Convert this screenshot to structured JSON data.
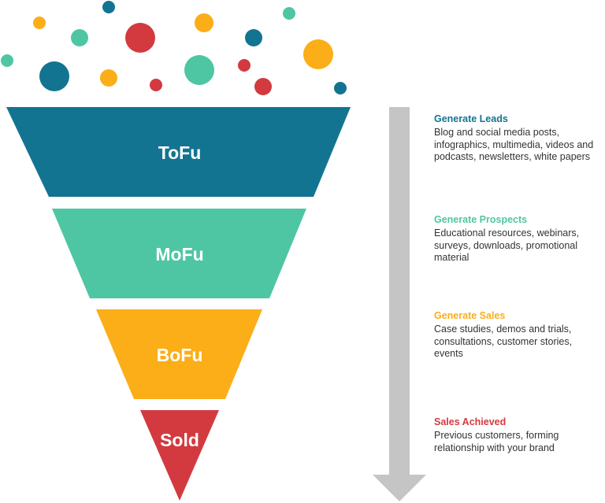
{
  "colors": {
    "teal": "#137491",
    "green": "#4fc6a3",
    "orange": "#fbae17",
    "red": "#d23a40",
    "arrow": "#c5c5c5"
  },
  "funnel": [
    {
      "label": "ToFu",
      "color": "#137491"
    },
    {
      "label": "MoFu",
      "color": "#4fc6a3"
    },
    {
      "label": "BoFu",
      "color": "#fbae17"
    },
    {
      "label": "Sold",
      "color": "#d23a40"
    }
  ],
  "stages": [
    {
      "title": "Generate Leads",
      "color": "#137491",
      "lines": [
        "Blog and social media posts,",
        "infographics, multimedia, videos and",
        "podcasts, newsletters, white papers"
      ]
    },
    {
      "title": "Generate Prospects",
      "color": "#4fc6a3",
      "lines": [
        "Educational resources, webinars,",
        "surveys, downloads, promotional",
        "material"
      ]
    },
    {
      "title": "Generate Sales",
      "color": "#fbae17",
      "lines": [
        "Case studies, demos and trials,",
        "consultations, customer stories,",
        "events"
      ]
    },
    {
      "title": "Sales Achieved",
      "color": "#d23a40",
      "lines": [
        "Previous customers, forming",
        "relationship with your brand"
      ]
    }
  ]
}
